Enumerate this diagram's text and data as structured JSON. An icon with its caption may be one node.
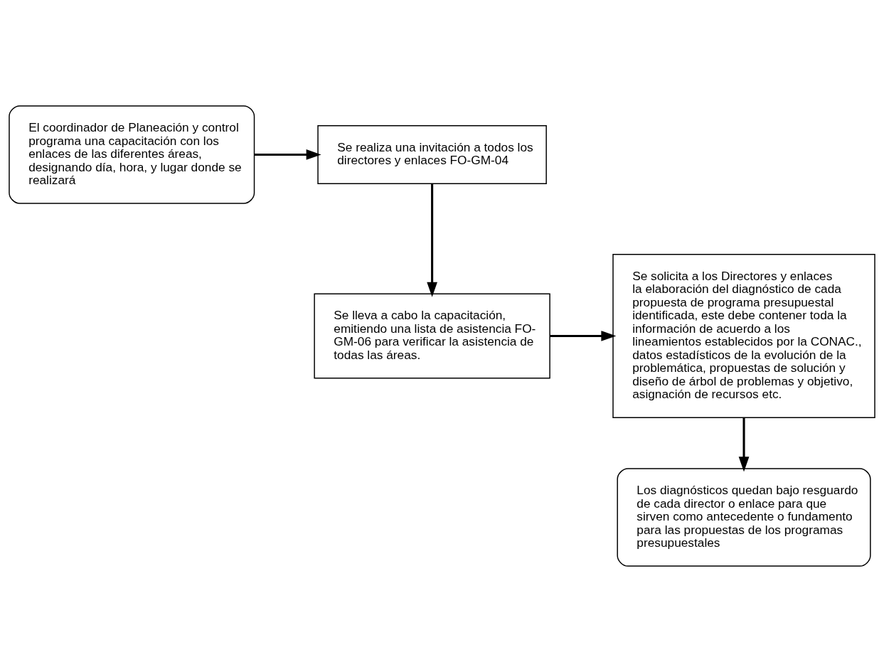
{
  "diagram": {
    "nodes": [
      {
        "text": [
          "El coordinador de Planeación y control programa una capacitación con los enlaces de las diferentes áreas, designando día, hora, y lugar donde se realizará"
        ]
      },
      {
        "text": [
          "Se realiza una invitación a todos los directores y enlaces FO-GM-04"
        ]
      },
      {
        "text": [
          "Se lleva a cabo la capacitación, emitiendo una lista de asistencia FO-GM-06 para verificar la asistencia de todas las áreas."
        ]
      },
      {
        "text": [
          "Se solicita a los Directores y enlaces la elaboración del diagnóstico de cada propuesta de programa presupuestal identificada, este debe contener toda la información de acuerdo a los lineamientos establecidos por la CONAC., datos estadísticos de la evolución de la problemática, propuestas de solución y diseño de árbol de problemas y objetivo, asignación de recursos etc."
        ]
      },
      {
        "text": [
          "Los diagnósticos quedan bajo resguardo de cada director o enlace para que sirven como antecedente o fundamento para las propuestas de los programas presupuestales"
        ]
      }
    ],
    "edges": [
      {
        "from": 0,
        "to": 1,
        "arrow": "to"
      },
      {
        "from": 1,
        "to": 2,
        "arrow": "to"
      },
      {
        "from": 2,
        "to": 3,
        "arrow": "to"
      },
      {
        "from": 3,
        "to": 4,
        "arrow": "to"
      }
    ]
  }
}
